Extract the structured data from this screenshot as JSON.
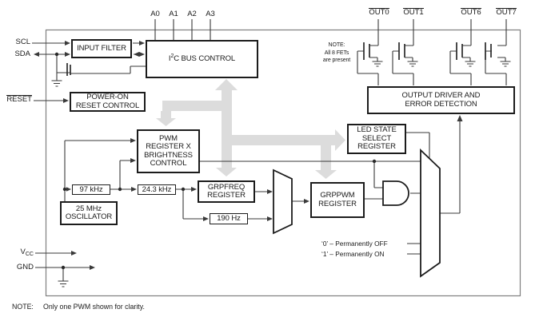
{
  "title": "PWM LED driver block diagram",
  "colors": {
    "wire": "#3a3a3a",
    "block_border": "#1c1c1c",
    "chip_outline": "#7f7f7f",
    "bus_arrow_gray": "#dcdcdc"
  },
  "pins": {
    "a0": "A0",
    "a1": "A1",
    "a2": "A2",
    "a3": "A3",
    "out0": "OUT0",
    "out1": "OUT1",
    "out6": "OUT6",
    "out7": "OUT7",
    "scl": "SCL",
    "sda": "SDA",
    "reset": "RESET",
    "vcc_main": "V",
    "vcc_sub": "CC",
    "gnd": "GND"
  },
  "blocks": {
    "input_filter": {
      "l1": "INPUT FILTER"
    },
    "i2c": {
      "p1": "I",
      "sup": "2",
      "p2": "C BUS CONTROL"
    },
    "por": {
      "l1": "POWER-ON",
      "l2": "RESET CONTROL"
    },
    "pwm": {
      "l1": "PWM",
      "l2": "REGISTER X",
      "l3": "BRIGHTNESS",
      "l4": "CONTROL"
    },
    "f97": {
      "l1": "97 kHz"
    },
    "f243": {
      "l1": "24.3 kHz"
    },
    "f190": {
      "l1": "190 Hz"
    },
    "osc": {
      "l1": "25 MHz",
      "l2": "OSCILLATOR"
    },
    "grpfreq": {
      "l1": "GRPFREQ",
      "l2": "REGISTER"
    },
    "grppwm": {
      "l1": "GRPPWM",
      "l2": "REGISTER"
    },
    "ledstate": {
      "l1": "LED STATE",
      "l2": "SELECT",
      "l3": "REGISTER"
    },
    "outdrv": {
      "l1": "OUTPUT DRIVER AND",
      "l2": "ERROR DETECTION"
    }
  },
  "notes": {
    "fet_l1": "NOTE:",
    "fet_l2": "All 8 FETs",
    "fet_l3": "are present",
    "mux0": "‘0’ – Permanently OFF",
    "mux1": "‘1’ – Permanently ON",
    "bottom_label": "NOTE:",
    "bottom_text": "Only one PWM shown for clarity."
  }
}
